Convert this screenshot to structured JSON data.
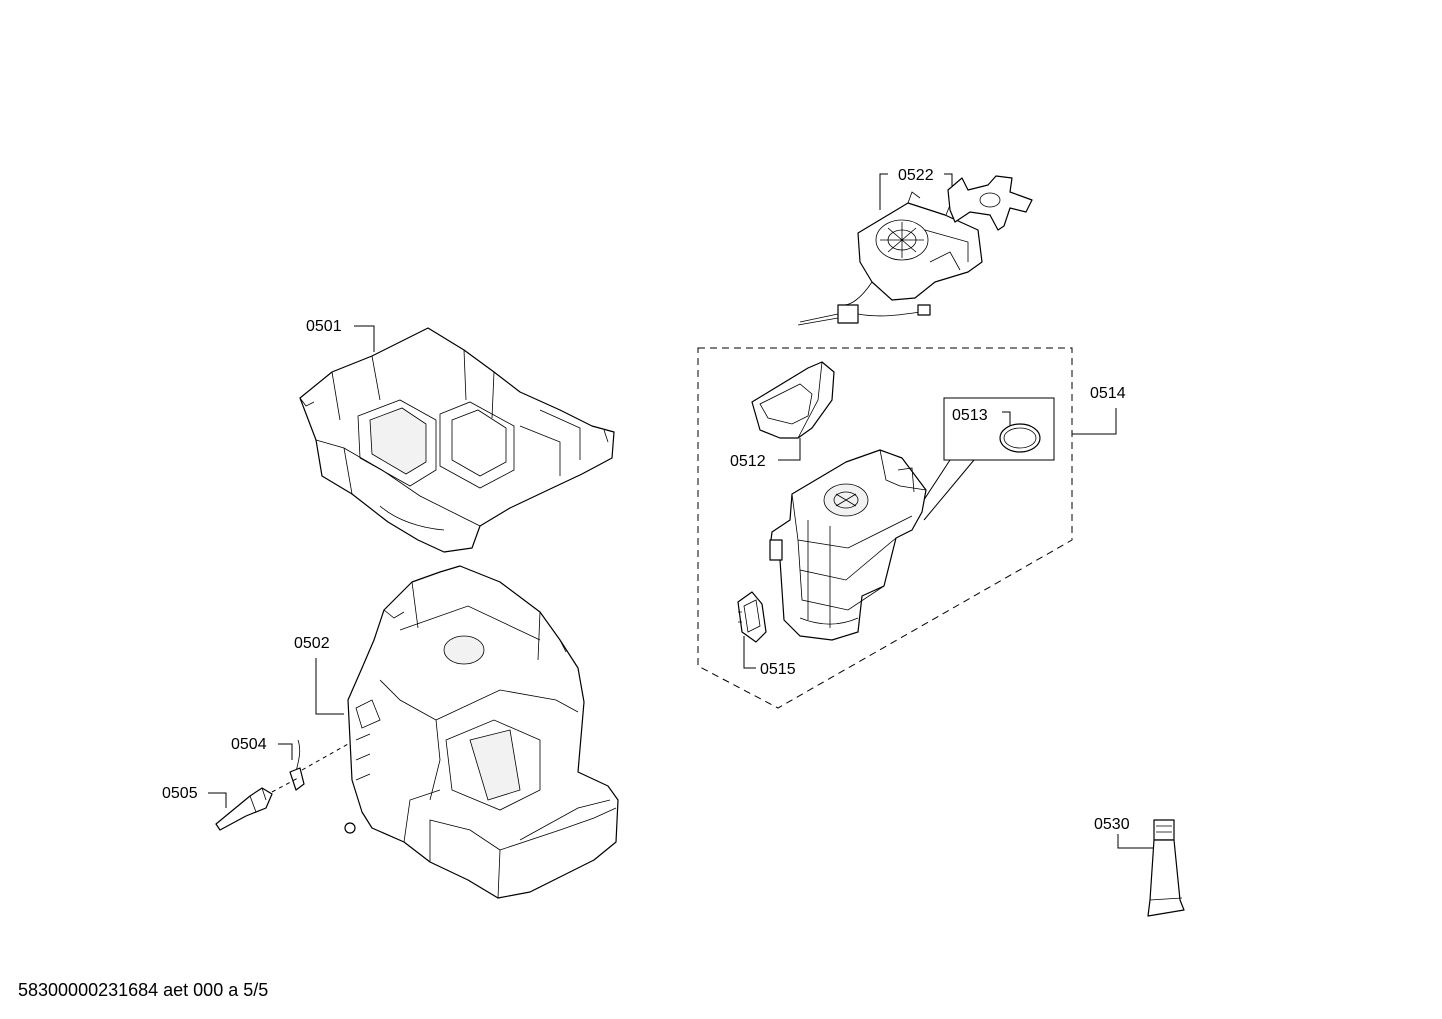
{
  "drawing": {
    "title": "",
    "parts": [
      {
        "label": "0501"
      },
      {
        "label": "0502"
      },
      {
        "label": "0504"
      },
      {
        "label": "0505"
      },
      {
        "label": "0512"
      },
      {
        "label": "0513"
      },
      {
        "label": "0514"
      },
      {
        "label": "0515"
      },
      {
        "label": "0522"
      },
      {
        "label": "0530"
      }
    ]
  },
  "footer": {
    "document_id": "58300000231684 aet 000 a 5/5"
  }
}
